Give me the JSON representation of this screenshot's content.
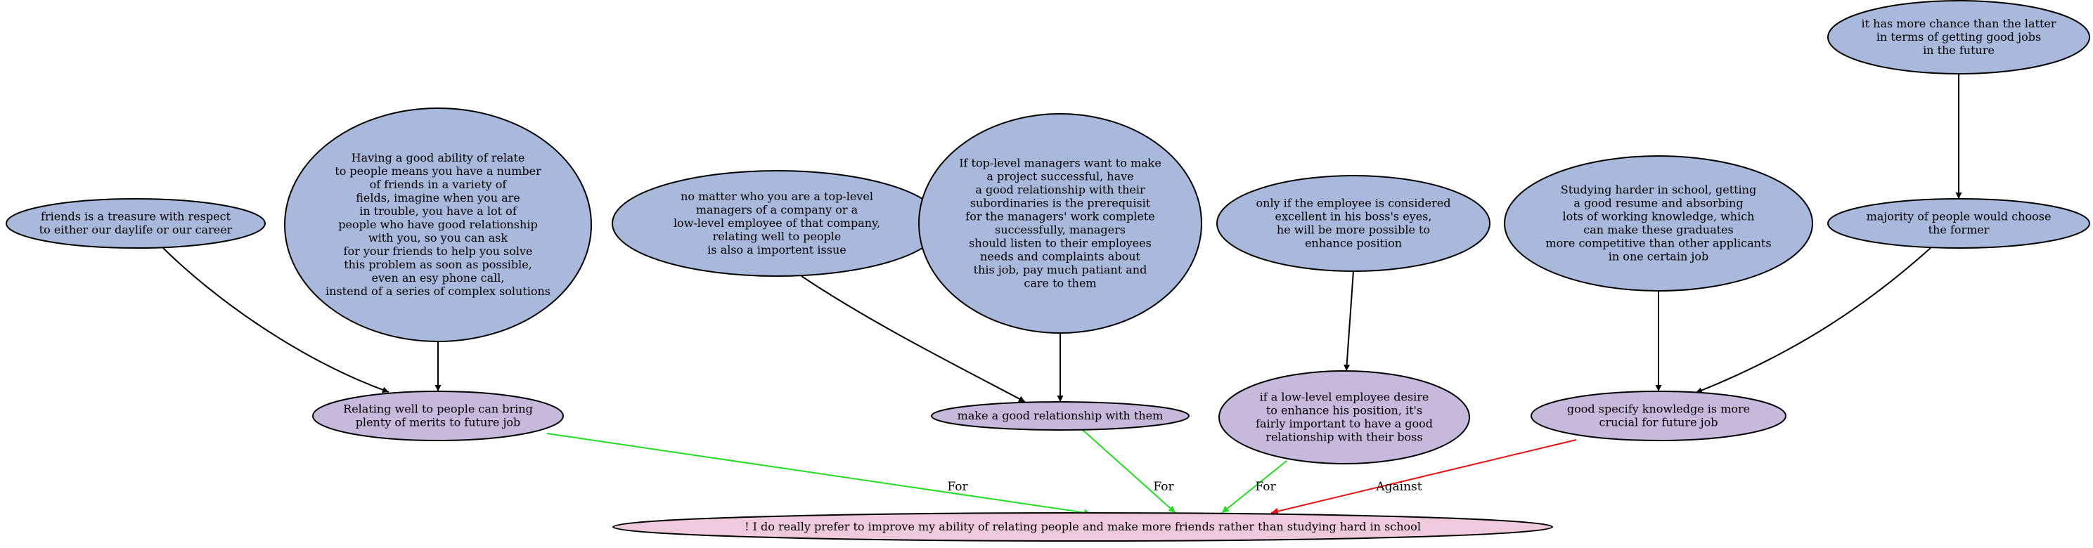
{
  "colors": {
    "premise": "#a9b9dc",
    "claim": "#c6b9dc",
    "conclusion": "#efc9dc",
    "for": "#22dd22",
    "against": "#ee1111",
    "support": "#000000"
  },
  "nodes": [
    {
      "id": "n1",
      "kind": "premise",
      "lines": [
        "friends is a treasure with respect",
        "to either our daylife or our career"
      ]
    },
    {
      "id": "n2",
      "kind": "premise",
      "lines": [
        "Having a good ability of relate",
        "to people means you have a number",
        "of friends in a variety of",
        "fields, imagine when you are",
        "in trouble, you have a lot of",
        "people who have good relationship",
        "with you, so you can ask",
        "for your friends to help you solve",
        "this problem as soon as possible,",
        "even an esy phone call,",
        "instend of a series of complex solutions"
      ]
    },
    {
      "id": "n3",
      "kind": "premise",
      "lines": [
        "no matter who you are a top-level",
        "managers of a company or a",
        "low-level employee of that company,",
        "relating well to people",
        "is also a importent issue"
      ]
    },
    {
      "id": "n4",
      "kind": "premise",
      "lines": [
        "If top-level managers want to make",
        "a project successful, have",
        "a good relationship with their",
        "subordinaries is the prerequisit",
        "for the managers' work complete",
        "successfully, managers",
        "should listen to their employees",
        "needs and complaints about",
        "this job, pay much patiant and",
        "care to them"
      ]
    },
    {
      "id": "n5",
      "kind": "premise",
      "lines": [
        "only if the employee is considered",
        "excellent in his boss's eyes,",
        "he will be more possible to",
        "enhance position"
      ]
    },
    {
      "id": "n6",
      "kind": "premise",
      "lines": [
        "Studying harder in school, getting",
        "a good resume and absorbing",
        "lots of working knowledge, which",
        "can make these graduates",
        "more competitive than other applicants",
        "in one certain job"
      ]
    },
    {
      "id": "n7",
      "kind": "premise",
      "lines": [
        "it has more chance than the latter",
        "in terms of getting good jobs",
        "in the future"
      ]
    },
    {
      "id": "n8",
      "kind": "premise",
      "lines": [
        "majority of people would choose",
        "the former"
      ]
    },
    {
      "id": "c1",
      "kind": "claim",
      "lines": [
        "Relating well to people can bring",
        "plenty of merits to future job"
      ]
    },
    {
      "id": "c2",
      "kind": "claim",
      "lines": [
        "make a good relationship with them"
      ]
    },
    {
      "id": "c3",
      "kind": "claim",
      "lines": [
        "if a low-level employee desire",
        "to enhance his position, it's",
        "fairly important to have a good",
        "relationship with their boss"
      ]
    },
    {
      "id": "c4",
      "kind": "claim",
      "lines": [
        "good specify knowledge is more",
        "crucial for future job"
      ]
    },
    {
      "id": "root",
      "kind": "conclusion",
      "lines": [
        "! I do really prefer to improve my ability of relating people and make more friends rather than studying hard in school"
      ]
    }
  ],
  "edges": [
    {
      "id": "e1",
      "from": "n1",
      "to": "c1",
      "relation": "support",
      "label": ""
    },
    {
      "id": "e2",
      "from": "n2",
      "to": "c1",
      "relation": "support",
      "label": ""
    },
    {
      "id": "e3",
      "from": "n3",
      "to": "c2",
      "relation": "support",
      "label": ""
    },
    {
      "id": "e4",
      "from": "n4",
      "to": "c2",
      "relation": "support",
      "label": ""
    },
    {
      "id": "e5",
      "from": "n5",
      "to": "c3",
      "relation": "support",
      "label": ""
    },
    {
      "id": "e6",
      "from": "n6",
      "to": "c4",
      "relation": "support",
      "label": ""
    },
    {
      "id": "e7",
      "from": "n7",
      "to": "n8",
      "relation": "support",
      "label": ""
    },
    {
      "id": "e8",
      "from": "n8",
      "to": "c4",
      "relation": "support",
      "label": ""
    },
    {
      "id": "e9",
      "from": "c1",
      "to": "root",
      "relation": "for",
      "label": "For"
    },
    {
      "id": "e10",
      "from": "c2",
      "to": "root",
      "relation": "for",
      "label": "For"
    },
    {
      "id": "e11",
      "from": "c3",
      "to": "root",
      "relation": "for",
      "label": "For"
    },
    {
      "id": "e12",
      "from": "c4",
      "to": "root",
      "relation": "against",
      "label": "Against"
    }
  ]
}
